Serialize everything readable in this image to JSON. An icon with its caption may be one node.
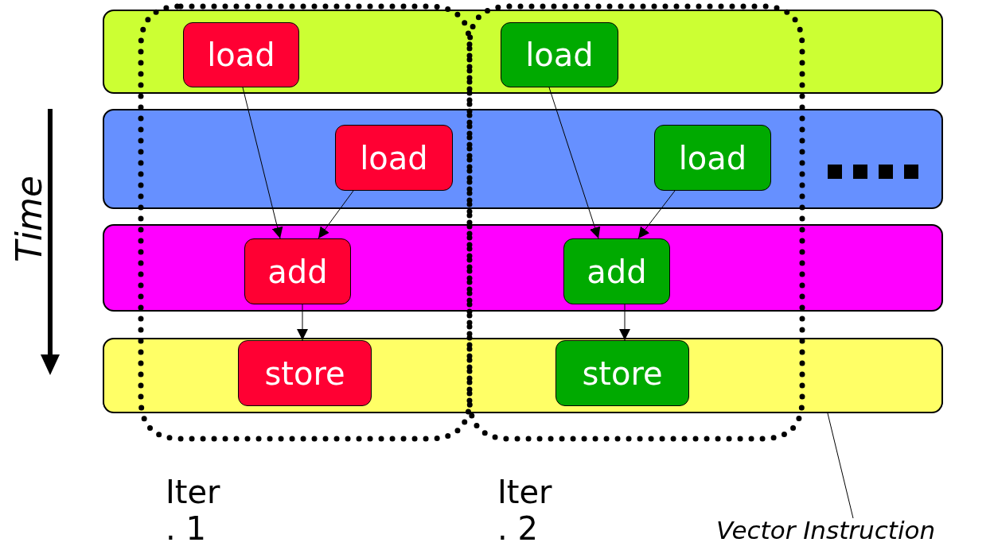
{
  "diagram": {
    "nodes": [
      {
        "text": [],
        "shape": "bar"
      },
      {
        "text": [
          "load"
        ],
        "in": 0
      },
      {
        "text": [
          "load"
        ],
        "in": 0
      },
      {
        "text": [],
        "shape": "bar"
      },
      {
        "text": [
          "load"
        ],
        "in": 3
      },
      {
        "text": [
          "load"
        ],
        "in": 3
      },
      {
        "text": [],
        "shape": "bar"
      },
      {
        "text": [
          "add"
        ],
        "in": 6
      },
      {
        "text": [
          "add"
        ],
        "in": 6
      },
      {
        "text": [],
        "shape": "bar"
      },
      {
        "text": [
          "store"
        ],
        "in": 9
      },
      {
        "text": [
          "store"
        ],
        "in": 9
      },
      {
        "text": [
          "Vector Instruction"
        ]
      }
    ],
    "edges": [
      {
        "from": 1,
        "to": 7,
        "arrow": "to"
      },
      {
        "from": 4,
        "to": 7,
        "arrow": "to"
      },
      {
        "from": 2,
        "to": 8,
        "arrow": "to"
      },
      {
        "from": 5,
        "to": 8,
        "arrow": "to"
      },
      {
        "from": 7,
        "to": 10,
        "arrow": "to"
      },
      {
        "from": 8,
        "to": 11,
        "arrow": "to"
      },
      {
        "from": 12,
        "to": 9,
        "arrow": "none"
      }
    ],
    "labels": [
      "Time",
      "Iter . 1",
      "Iter . 2"
    ]
  }
}
